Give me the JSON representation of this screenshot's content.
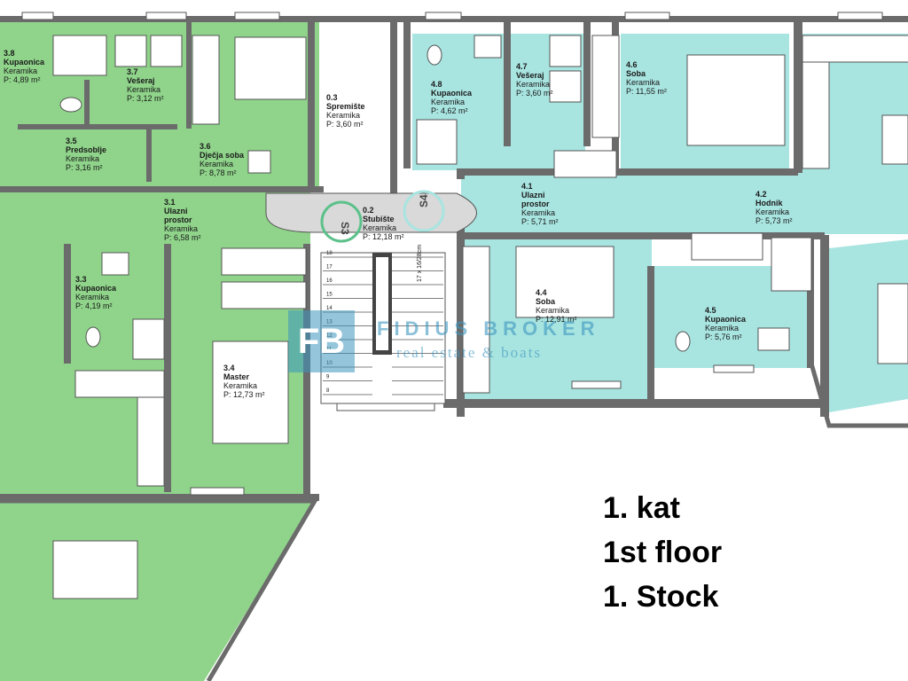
{
  "colors": {
    "apartment_3": "#8fd48a",
    "apartment_4": "#a8e4e0",
    "storage": "#ffffff",
    "wall": "#6b6b6b",
    "watermark": "#3c96be"
  },
  "floor_title": {
    "line1": "1. kat",
    "line2": "1st floor",
    "line3": "1. Stock"
  },
  "watermark": {
    "logo": "FB",
    "name": "FIDIUS BROKER",
    "tagline": "real estate & boats"
  },
  "stairs": {
    "tag_left": "S3",
    "tag_right": "S4",
    "steps": [
      "18",
      "17",
      "16",
      "15",
      "14",
      "13",
      "12",
      "11",
      "10",
      "9",
      "8"
    ],
    "dimension_note": "17 x 16/28cm"
  },
  "rooms": [
    {
      "id": "r38",
      "number": "3.8",
      "name": "Kupaonica",
      "material": "Keramika",
      "area": "P: 4,89 m²"
    },
    {
      "id": "r37",
      "number": "3.7",
      "name": "Vešeraj",
      "material": "Keramika",
      "area": "P: 3,12 m²"
    },
    {
      "id": "r35",
      "number": "3.5",
      "name": "Predsoblje",
      "material": "Keramika",
      "area": "P: 3,16 m²"
    },
    {
      "id": "r36",
      "number": "3.6",
      "name": "Dječja soba",
      "material": "Keramika",
      "area": "P: 8,78 m²"
    },
    {
      "id": "r31",
      "number": "3.1",
      "name": "Ulazni prostor",
      "material": "Keramika",
      "area": "P: 6,58 m²"
    },
    {
      "id": "r33",
      "number": "3.3",
      "name": "Kupaonica",
      "material": "Keramika",
      "area": "P: 4,19 m²"
    },
    {
      "id": "r34",
      "number": "3.4",
      "name": "Master",
      "material": "Keramika",
      "area": "P: 12,73 m²"
    },
    {
      "id": "r03",
      "number": "0.3",
      "name": "Spremište",
      "material": "Keramika",
      "area": "P: 3,60 m²"
    },
    {
      "id": "r02",
      "number": "0.2",
      "name": "Stubište",
      "material": "Keramika",
      "area": "P: 12,18 m²"
    },
    {
      "id": "r48",
      "number": "4.8",
      "name": "Kupaonica",
      "material": "Keramika",
      "area": "P: 4,62 m²"
    },
    {
      "id": "r47",
      "number": "4.7",
      "name": "Vešeraj",
      "material": "Keramika",
      "area": "P: 3,60 m²"
    },
    {
      "id": "r46",
      "number": "4.6",
      "name": "Soba",
      "material": "Keramika",
      "area": "P: 11,55 m²"
    },
    {
      "id": "r41",
      "number": "4.1",
      "name": "Ulazni prostor",
      "material": "Keramika",
      "area": "P: 5,71 m²"
    },
    {
      "id": "r42",
      "number": "4.2",
      "name": "Hodnik",
      "material": "Keramika",
      "area": "P: 5,73 m²"
    },
    {
      "id": "r44",
      "number": "4.4",
      "name": "Soba",
      "material": "Keramika",
      "area": "P: 12,91 m²"
    },
    {
      "id": "r45",
      "number": "4.5",
      "name": "Kupaonica",
      "material": "Keramika",
      "area": "P: 5,76 m²"
    }
  ]
}
